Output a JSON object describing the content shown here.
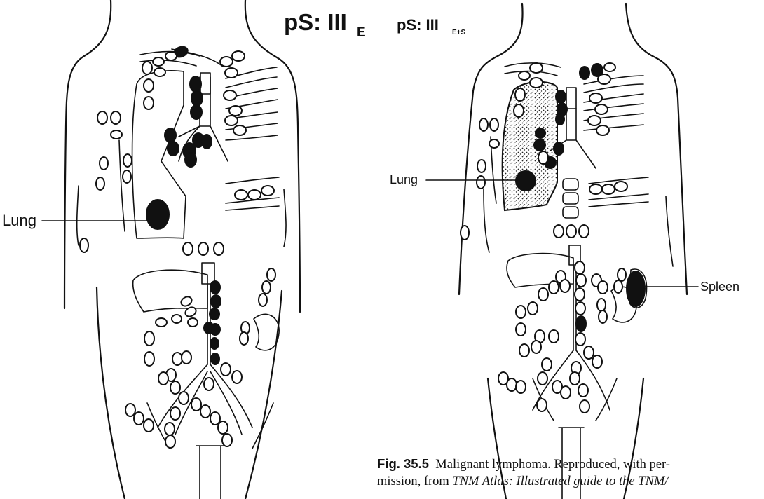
{
  "left_figure": {
    "stage_main": "pS: III",
    "stage_sub": "E",
    "organ_label": "Lung"
  },
  "right_figure": {
    "stage_main": "pS: III",
    "stage_sub": "E+S",
    "organ_label_1": "Lung",
    "organ_label_2": "Spleen"
  },
  "caption": {
    "figure_number": "Fig. 35.5",
    "text_1": "Malignant lymphoma. Reproduced, with per-",
    "text_2a": "mission, from ",
    "text_2b": "TNM Atlas: Illustrated guide to the TNM/"
  },
  "colors": {
    "ink": "#111111",
    "paper": "#ffffff"
  }
}
